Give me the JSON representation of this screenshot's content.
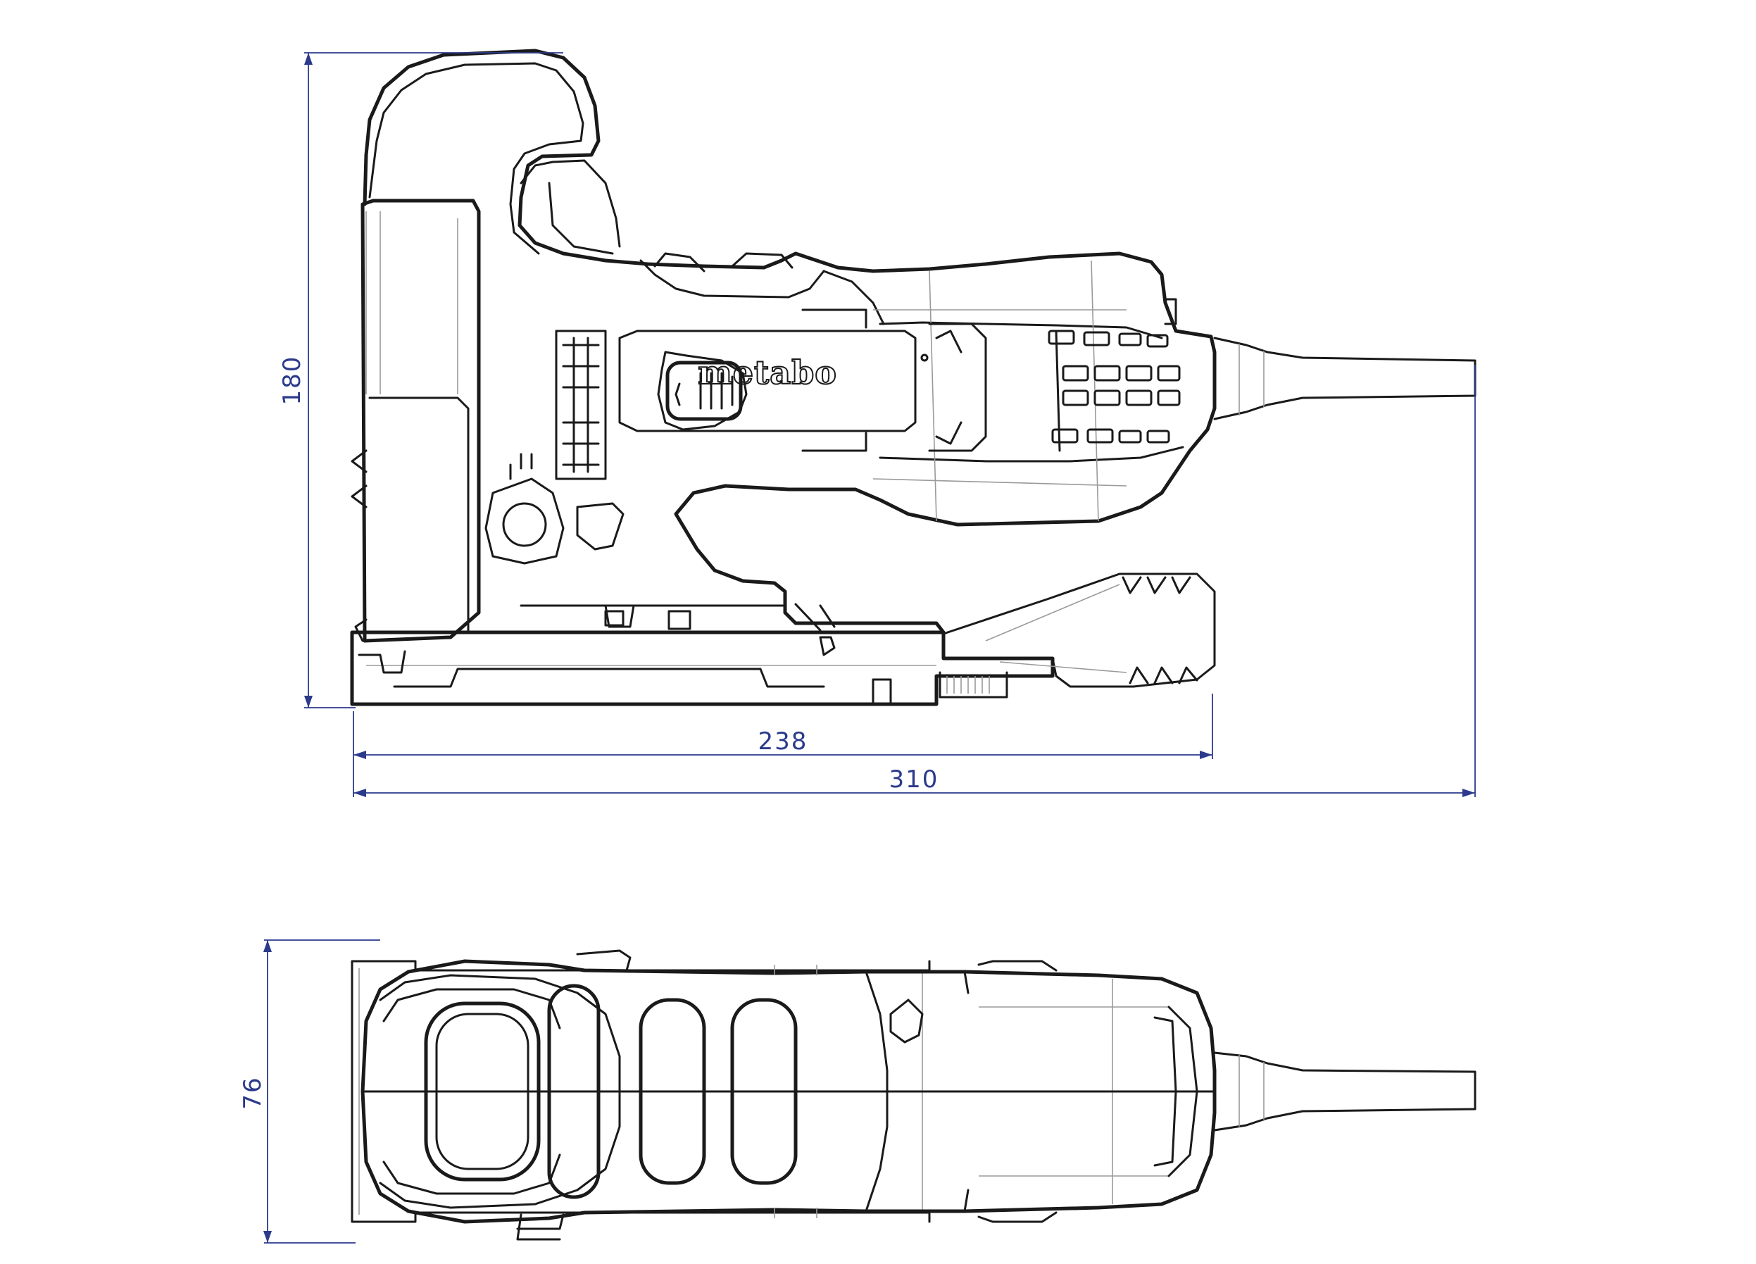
{
  "side_view": {
    "height_label": "180",
    "length_body_label": "238",
    "length_total_label": "310",
    "brand_text": "metabo"
  },
  "top_view": {
    "width_label": "76"
  },
  "colors": {
    "dimension": "#2b3a8c",
    "outline": "#1a1a1a",
    "hidden_lines": "#9a9a9a"
  }
}
